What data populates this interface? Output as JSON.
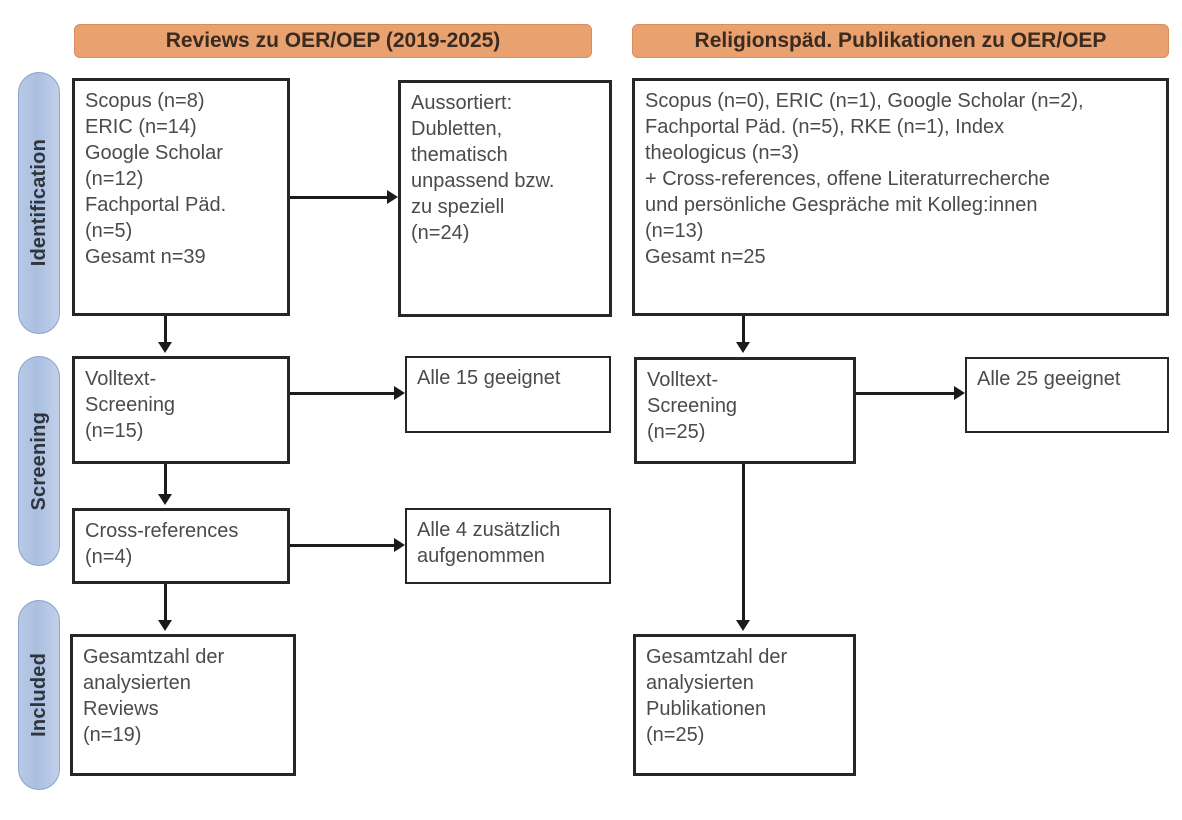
{
  "diagram": {
    "type": "prisma-flow-diagram",
    "stages": [
      {
        "id": "identification",
        "label": "Identification"
      },
      {
        "id": "screening",
        "label": "Screening"
      },
      {
        "id": "included",
        "label": "Included"
      }
    ],
    "columns": [
      {
        "id": "left",
        "header": "Reviews zu OER/OEP (2019-2025)"
      },
      {
        "id": "right",
        "header": "Religionspäd. Publikationen zu OER/OEP"
      }
    ],
    "boxes": {
      "ident_left": "Scopus (n=8)\nERIC (n=14)\nGoogle Scholar\n(n=12)\nFachportal Päd.\n(n=5)\nGesamt n=39",
      "excluded_left": "Aussortiert:\nDubletten,\nthematisch\nunpassend bzw.\nzu speziell\n(n=24)",
      "screening_left": "Volltext-\nScreening\n(n=15)",
      "eligible_left": "Alle 15 geeignet",
      "crossref_left": "Cross-references\n(n=4)",
      "crossref_result_left": "Alle 4 zusätzlich\naufgenommen",
      "included_left": "Gesamtzahl der\nanalysierten\nReviews\n(n=19)",
      "ident_right": "Scopus (n=0), ERIC (n=1), Google Scholar (n=2),\nFachportal Päd. (n=5), RKE (n=1), Index\ntheologicus (n=3)\n+ Cross-references, offene Literaturrecherche\nund persönliche Gespräche mit Kolleg:innen\n(n=13)\nGesamt n=25",
      "screening_right": "Volltext-\nScreening\n(n=25)",
      "eligible_right": "Alle 25 geeignet",
      "included_right": "Gesamtzahl der\nanalysierten\nPublikationen\n(n=25)"
    }
  },
  "colors": {
    "header_fill": "#eaa170",
    "header_border": "#d98d5c",
    "stage_fill": "#aabfe0",
    "stage_border": "#8ba3cc",
    "box_border": "#262626",
    "box_text": "#4b4b4b",
    "connector": "#1b1b1b"
  },
  "counts": {
    "left_scopus": 8,
    "left_eric": 14,
    "left_google_scholar": 12,
    "left_fachportal": 5,
    "left_total": 39,
    "left_excluded": 24,
    "left_fulltext_screening": 15,
    "left_eligible": 15,
    "left_crossrefs": 4,
    "left_included": 19,
    "right_scopus": 0,
    "right_eric": 1,
    "right_google_scholar": 2,
    "right_fachportal": 5,
    "right_rke": 1,
    "right_index_theologicus": 3,
    "right_other_sources": 13,
    "right_total": 25,
    "right_fulltext_screening": 25,
    "right_eligible": 25,
    "right_included": 25
  }
}
